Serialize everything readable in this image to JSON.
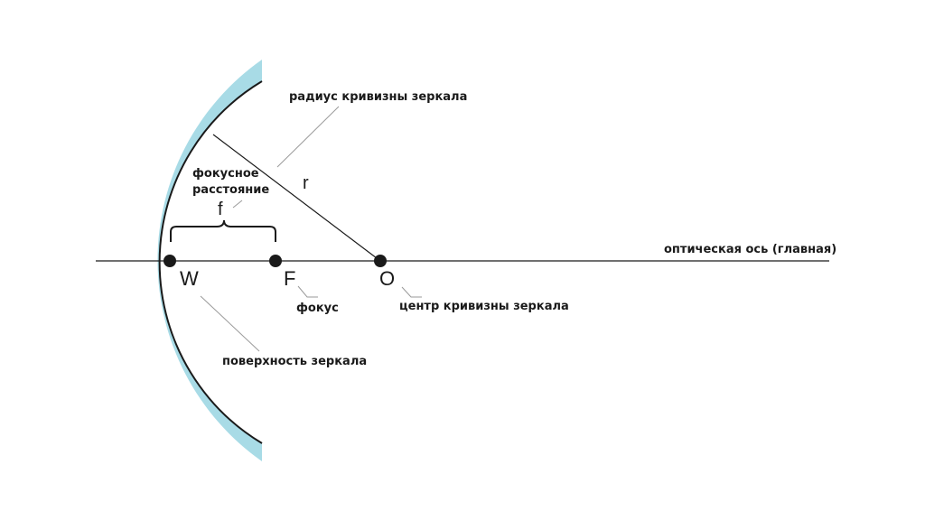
{
  "colors": {
    "mirror_fill": "#a8dbe6",
    "mirror_surface": "#1a1a1a",
    "point": "#1a1a1a"
  },
  "labels": {
    "radius_caption": "радиус кривизны зеркала",
    "radius_symbol": "r",
    "focal_caption_line1": "фокусное",
    "focal_caption_line2": "расстояние",
    "focal_symbol": "f",
    "axis_caption": "оптическая ось (главная)",
    "vertex_symbol": "W",
    "focus_symbol": "F",
    "center_symbol": "O",
    "focus_caption": "фокус",
    "center_caption": "центр кривизны зеркала",
    "surface_caption": "поверхность зеркала"
  }
}
